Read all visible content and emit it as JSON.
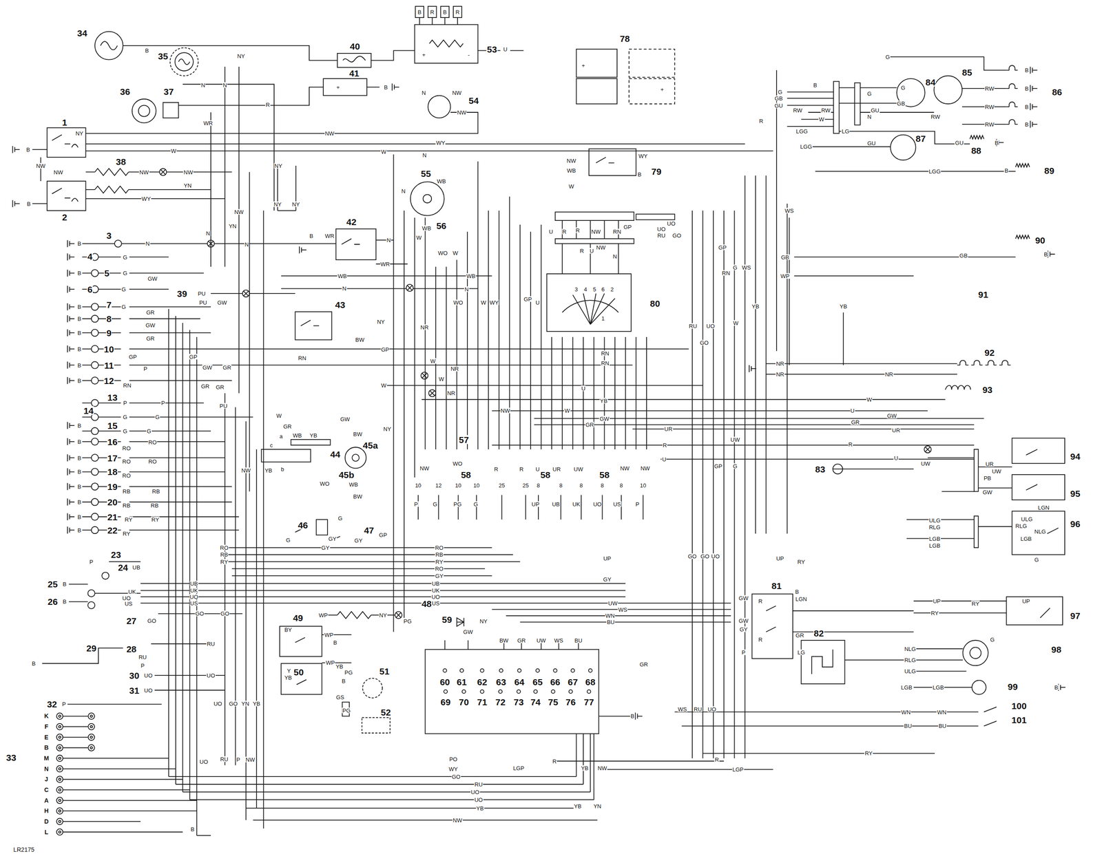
{
  "diagram": {
    "labels": [
      "34",
      "35",
      "36",
      "37",
      "1",
      "38",
      "2",
      "3",
      "4",
      "5",
      "6",
      "7",
      "8",
      "9",
      "10",
      "11",
      "12",
      "13",
      "14",
      "15",
      "16",
      "17",
      "18",
      "19",
      "20",
      "21",
      "22",
      "23",
      "24",
      "25",
      "26",
      "27",
      "28",
      "29",
      "30",
      "31",
      "32",
      "33",
      "39",
      "40",
      "41",
      "42",
      "43",
      "44",
      "45a",
      "45b",
      "46",
      "47",
      "48",
      "49",
      "50",
      "51",
      "52",
      "53",
      "54",
      "55",
      "56",
      "57",
      "58",
      "58",
      "58",
      "59",
      "60",
      "61",
      "62",
      "63",
      "64",
      "65",
      "66",
      "67",
      "68",
      "69",
      "70",
      "71",
      "72",
      "73",
      "74",
      "75",
      "76",
      "77",
      "78",
      "79",
      "80",
      "81",
      "82",
      "83",
      "84",
      "85",
      "86",
      "87",
      "88",
      "89",
      "90",
      "91",
      "92",
      "93",
      "94",
      "95",
      "96",
      "97",
      "98",
      "99",
      "100",
      "101",
      "K",
      "F",
      "E",
      "B",
      "M",
      "N",
      "J",
      "C",
      "A",
      "H",
      "D",
      "L",
      "LR2175",
      "B",
      "NY",
      "N",
      "N",
      "R",
      "NY",
      "B",
      "W",
      "NW",
      "NW",
      "NW",
      "NW",
      "YN",
      "WY",
      "B",
      "WR",
      "NW",
      "WY",
      "W",
      "N",
      "NY",
      "NY",
      "NY",
      "N",
      "NW",
      "YN",
      "N",
      "B",
      "N",
      "B",
      "WR",
      "N",
      "WR",
      "N",
      "WB",
      "WB",
      "N",
      "N",
      "WB",
      "WB",
      "W",
      "WO",
      "W",
      "G",
      "B",
      "G",
      "GW",
      "G",
      "B",
      "G",
      "GR",
      "B",
      "GW",
      "B",
      "GR",
      "B",
      "GP",
      "P",
      "GP",
      "B",
      "B",
      "RN",
      "P",
      "P",
      "PU",
      "B",
      "G",
      "G",
      "G",
      "G",
      "B",
      "RO",
      "RO",
      "B",
      "RO",
      "RO",
      "B",
      "RO",
      "B",
      "RB",
      "RB",
      "B",
      "RB",
      "RB",
      "B",
      "RY",
      "RY",
      "B",
      "RY",
      "PU",
      "PU",
      "GW",
      "GW",
      "GR",
      "GR",
      "GR",
      "RN",
      "GP",
      "P",
      "UB",
      "B",
      "B",
      "UK",
      "UO",
      "US",
      "GO",
      "RU",
      "UO",
      "UO",
      "P",
      "P",
      "B",
      "UB",
      "UK",
      "UO",
      "US",
      "UB",
      "UK",
      "UO",
      "US",
      "GO",
      "GO",
      "RU",
      "UO",
      "G",
      "G",
      "GY",
      "GY",
      "GY",
      "GP",
      "RO",
      "RB",
      "RY",
      "RO",
      "RB",
      "RY",
      "RO",
      "GY",
      "GY",
      "UP",
      "UP",
      "RY",
      "UW",
      "WS",
      "WN",
      "BU",
      "NW",
      "10",
      "P",
      "12",
      "G",
      "WO",
      "10",
      "PG",
      "10",
      "G",
      "R",
      "25",
      "R",
      "25",
      "U",
      "8",
      "UP",
      "UR",
      "8",
      "UB",
      "UW",
      "8",
      "UK",
      "8",
      "UO",
      "NW",
      "8",
      "US",
      "NW",
      "10",
      "P",
      "NR",
      "NR",
      "W",
      "W",
      "W",
      "YB",
      "U",
      "NW",
      "W",
      "GW",
      "GR",
      "UR",
      "UW",
      "R",
      "U",
      "RN",
      "RN",
      "NR",
      "NR",
      "NR",
      "W",
      "U",
      "GW",
      "GR",
      "UR",
      "R",
      "U",
      "UW",
      "UR",
      "UW",
      "PB",
      "GW",
      "LGN",
      "ULG",
      "RLG",
      "NLG",
      "LGB",
      "G",
      "ULG",
      "RLG",
      "LGB",
      "LGB",
      "UP",
      "RY",
      "UP",
      "RY",
      "G",
      "NLG",
      "RLG",
      "ULG",
      "LGB",
      "LGB",
      "B",
      "WN",
      "WN",
      "BU",
      "BU",
      "GW",
      "R",
      "GW",
      "GY",
      "R",
      "P",
      "B",
      "LGN",
      "GR",
      "LG",
      "G",
      "GB",
      "GU",
      "RW",
      "RW",
      "W",
      "B",
      "R",
      "G",
      "GB",
      "G",
      "GU",
      "N",
      "LG",
      "LGG",
      "LGG",
      "LGG",
      "GU",
      "GU",
      "B",
      "B",
      "RW",
      "RW",
      "RW",
      "RW",
      "B",
      "B",
      "B",
      "B",
      "G",
      "GB",
      "WP",
      "GB",
      "B",
      "WS",
      "YB",
      "YB",
      "W",
      "GO",
      "RU",
      "UO",
      "GP",
      "WS",
      "RN",
      "G",
      "U",
      "R",
      "R",
      "NW",
      "RN",
      "GP",
      "UO",
      "UO",
      "RU",
      "GO",
      "R",
      "U",
      "NW",
      "N",
      "3",
      "4",
      "5",
      "6",
      "2",
      "1",
      "NW",
      "WB",
      "W",
      "WY",
      "B",
      "GP",
      "U",
      "WY",
      "W",
      "NR",
      "WO",
      "NY",
      "BW",
      "B",
      "R",
      "B",
      "R",
      "+",
      "-",
      "N",
      "NW",
      "NW",
      "U",
      "+",
      "+",
      "+",
      "B",
      "a",
      "c",
      "b",
      "WB",
      "YB",
      "GR",
      "NW",
      "YB",
      "WB",
      "GW",
      "BW",
      "BW",
      "WO",
      "NY",
      "W",
      "WP",
      "NY",
      "PG",
      "NY",
      "BY",
      "WP",
      "B",
      "WP",
      "Y",
      "YB",
      "YB",
      "B",
      "PG",
      "GS",
      "PG",
      "GW",
      "BW",
      "GR",
      "UW",
      "WS",
      "BU",
      "B",
      "GR",
      "PO",
      "WY",
      "GO",
      "RU",
      "UO",
      "UO",
      "YB",
      "NW",
      "LGP",
      "R",
      "YB",
      "NW",
      "YB",
      "YN",
      "LGP",
      "RY",
      "R",
      "UO",
      "GO",
      "YN",
      "YB",
      "UO",
      "RU",
      "P",
      "NW",
      "B",
      "GP",
      "G",
      "WS",
      "RU",
      "UO",
      "GO",
      "GO",
      "UO"
    ]
  }
}
